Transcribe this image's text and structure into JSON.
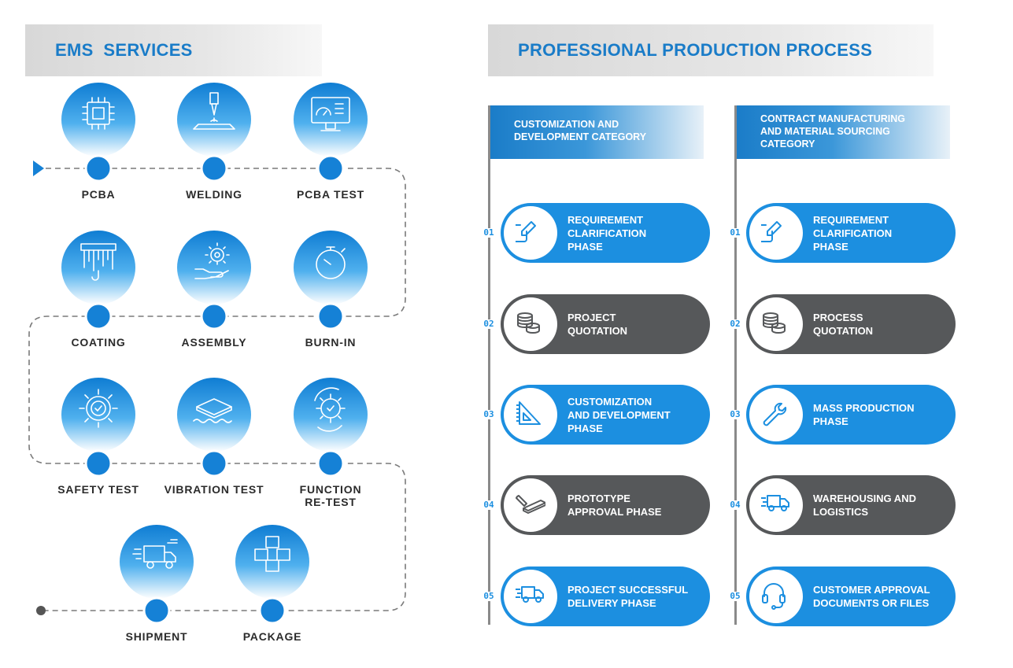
{
  "ems": {
    "title": "EMS  SERVICES",
    "services": [
      {
        "label": "PCBA",
        "icon": "chip-icon"
      },
      {
        "label": "WELDING",
        "icon": "soldering-icon"
      },
      {
        "label": "PCBA TEST",
        "icon": "monitor-gauge-icon"
      },
      {
        "label": "COATING",
        "icon": "coating-brush-icon"
      },
      {
        "label": "ASSEMBLY",
        "icon": "gear-hand-icon"
      },
      {
        "label": "BURN-IN",
        "icon": "stopwatch-icon"
      },
      {
        "label": "SAFETY TEST",
        "icon": "gear-check-icon"
      },
      {
        "label": "VIBRATION TEST",
        "icon": "vibration-plate-icon"
      },
      {
        "label": "FUNCTION\nRE-TEST",
        "icon": "gear-retest-icon"
      },
      {
        "label": "SHIPMENT",
        "icon": "delivery-truck-icon"
      },
      {
        "label": "PACKAGE",
        "icon": "boxes-icon"
      }
    ]
  },
  "process": {
    "title": "PROFESSIONAL PRODUCTION PROCESS",
    "columns": [
      {
        "title": "CUSTOMIZATION AND\nDEVELOPMENT CATEGORY",
        "steps": [
          {
            "num": "01",
            "label": "REQUIREMENT\nCLARIFICATION\nPHASE",
            "icon": "edit-icon"
          },
          {
            "num": "02",
            "label": "PROJECT\nQUOTATION",
            "icon": "coins-icon"
          },
          {
            "num": "03",
            "label": "CUSTOMIZATION\nAND DEVELOPMENT\nPHASE",
            "icon": "ruler-triangle-icon"
          },
          {
            "num": "04",
            "label": "PROTOTYPE\nAPPROVAL PHASE",
            "icon": "wrench-device-icon"
          },
          {
            "num": "05",
            "label": "PROJECT SUCCESSFUL\n DELIVERY PHASE",
            "icon": "fast-truck-icon"
          }
        ]
      },
      {
        "title": "CONTRACT MANUFACTURING\nAND MATERIAL SOURCING\nCATEGORY",
        "steps": [
          {
            "num": "01",
            "label": "REQUIREMENT\nCLARIFICATION\nPHASE",
            "icon": "edit-icon"
          },
          {
            "num": "02",
            "label": "PROCESS\nQUOTATION",
            "icon": "coins-icon"
          },
          {
            "num": "03",
            "label": "MASS PRODUCTION\nPHASE",
            "icon": "wrench-icon"
          },
          {
            "num": "04",
            "label": "WAREHOUSING AND\nLOGISTICS",
            "icon": "fast-truck-icon"
          },
          {
            "num": "05",
            "label": "CUSTOMER APPROVAL\nDOCUMENTS OR FILES",
            "icon": "headset-icon"
          }
        ]
      }
    ]
  },
  "colors": {
    "accent_blue": "#1a7cc8",
    "pill_blue": "#1c8fe0",
    "pill_gray": "#56585a",
    "dot_blue": "#1581d6"
  }
}
